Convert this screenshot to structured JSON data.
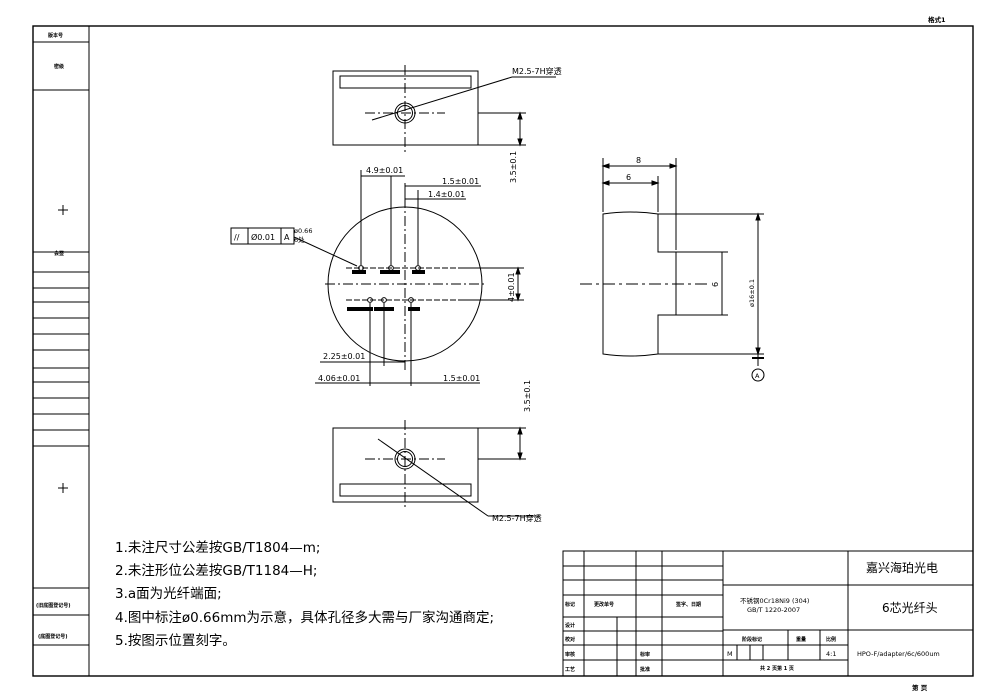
{
  "sheet": {
    "format_label": "格式1",
    "page_label": "第 页"
  },
  "left_column": {
    "version": "版本号",
    "secret": "密级",
    "remarks": "会签",
    "old_drawing_no": "(旧底图登记号)",
    "base_drawing_no": "(底图登记号)"
  },
  "top_view": {
    "thread_label": "M2.5-7H穿透",
    "height_dim": "3.5±0.1"
  },
  "front_view": {
    "dims": {
      "d1": "4.9±0.01",
      "d2": "1.5±0.01",
      "d3": "1.4±0.01",
      "d4": "4±0.01",
      "d5": "2.25±0.01",
      "d6": "4.06±0.01",
      "d7": "1.5±0.01"
    },
    "tolerance_frame": {
      "symbol": "//",
      "value": "Ø0.01",
      "datum": "A",
      "hole_note": "ø0.66",
      "hole_count": "6处"
    }
  },
  "bottom_view": {
    "thread_label": "M2.5-7H穿透",
    "height_dim": "3.5±0.1"
  },
  "side_view": {
    "dim_total": "8",
    "dim_partial": "6",
    "dim_inner": "6",
    "diameter": "ø16±0.1",
    "datum": "A"
  },
  "notes": [
    "1.未注尺寸公差按GB/T1804—m;",
    "2.未注形位公差按GB/T1184—H;",
    "3.a面为光纤端面;",
    "4.图中标注ø0.66mm为示意，具体孔径多大需与厂家沟通商定;",
    "5.按图示位置刻字。"
  ],
  "title_block": {
    "company": "嘉兴海珀光电",
    "part_name": "6芯光纤头",
    "material_line1": "不锈钢0Cr18Ni9 (304)",
    "material_line2": "GB/T 1220-2007",
    "drawing_no": "HPO-F/adapter/6c/600um",
    "scale": "4:1",
    "stage_mark": "M",
    "sheets": "共 2 页第 1 页",
    "headers": {
      "mark": "标记",
      "change_doc": "更改单号",
      "sign_date": "签字、日期",
      "design": "设计",
      "check": "校对",
      "review": "审核",
      "process": "工艺",
      "standardize": "标审",
      "approve": "批准",
      "stage_label": "阶段标记",
      "weight": "重量",
      "scale_label": "比例"
    }
  }
}
